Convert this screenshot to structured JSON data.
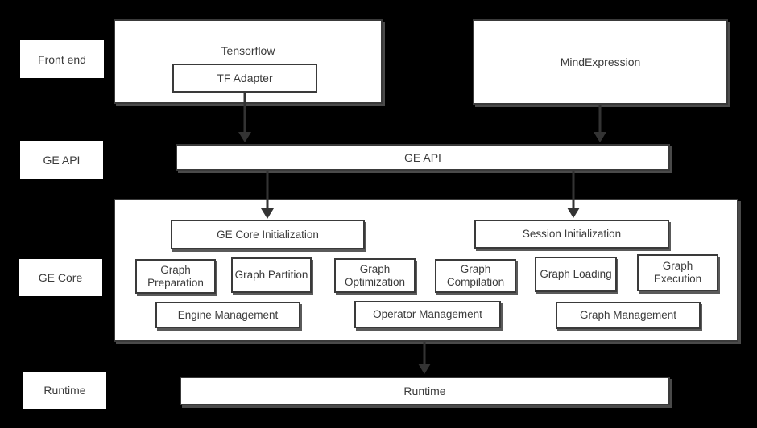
{
  "row_labels": {
    "front_end": "Front end",
    "ge_api": "GE API",
    "ge_core": "GE Core",
    "runtime": "Runtime"
  },
  "front_end": {
    "tensorflow_title": "Tensorflow",
    "tf_adapter": "TF Adapter",
    "mindexpression_title": "MindExpression"
  },
  "ge_api_bar_label": "GE API",
  "ge_core": {
    "ge_core_initialization": "GE Core Initialization",
    "session_initialization": "Session Initialization",
    "stages": [
      "Graph Preparation",
      "Graph Partition",
      "Graph Optimization",
      "Graph Compilation",
      "Graph Loading",
      "Graph Execution"
    ],
    "management": [
      "Engine Management",
      "Operator Management",
      "Graph Management"
    ]
  },
  "runtime_bar_label": "Runtime",
  "connections": [
    {
      "from": "TF Adapter",
      "to": "GE API"
    },
    {
      "from": "MindExpression",
      "to": "GE API"
    },
    {
      "from": "GE API",
      "to": "GE Core Initialization"
    },
    {
      "from": "GE API",
      "to": "Session Initialization"
    },
    {
      "from": "GE Core",
      "to": "Runtime"
    }
  ],
  "colors": {
    "background": "#000000",
    "box_fill": "#ffffff",
    "box_border": "#3a3a3a",
    "text": "#3b3b3b",
    "arrow": "#333333",
    "shadow": "#4a4a4a"
  }
}
